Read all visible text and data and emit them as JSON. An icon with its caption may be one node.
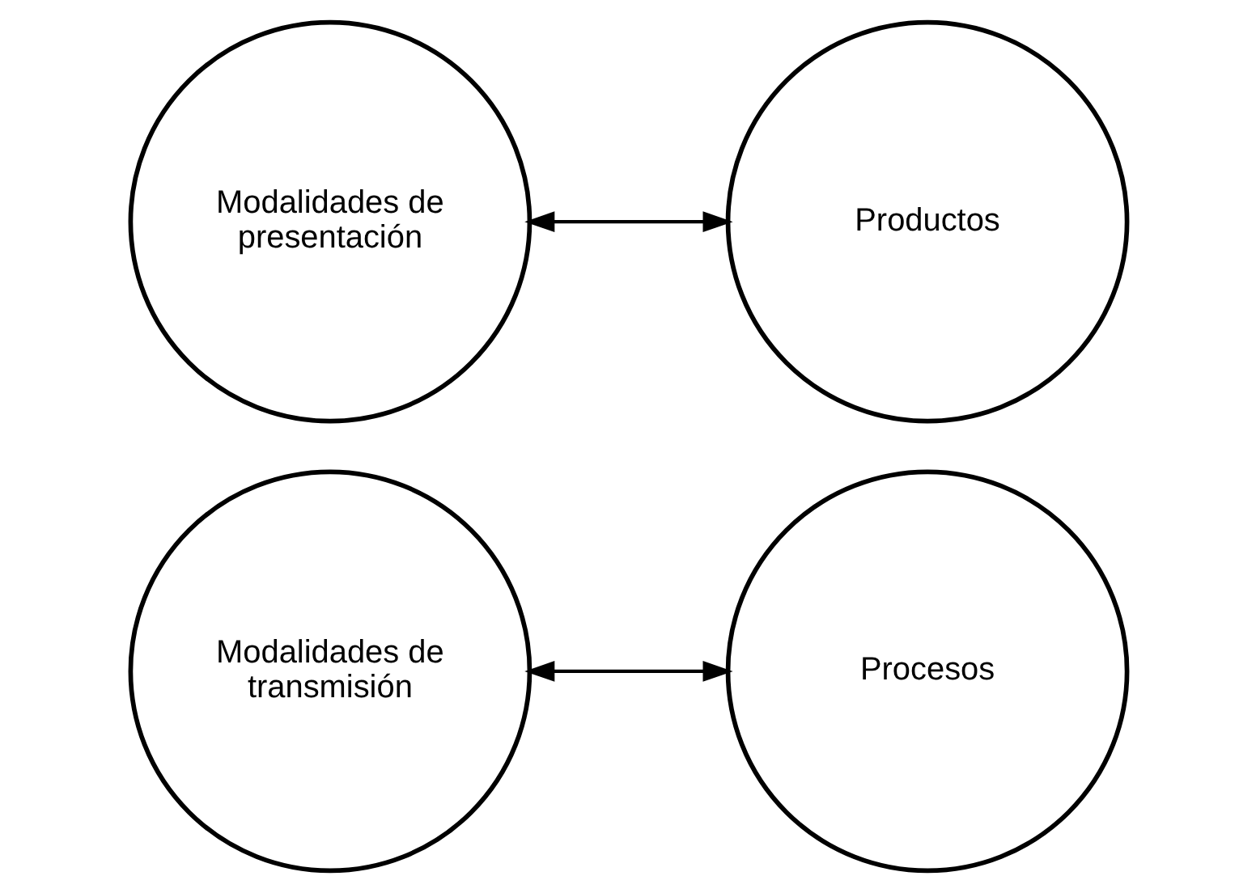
{
  "diagram": {
    "nodes": [
      {
        "text": [
          "Modalidades de transmisión"
        ]
      },
      {
        "text": [
          "Procesos"
        ]
      },
      {
        "text": [
          "Modalidades de presentación"
        ]
      },
      {
        "text": [
          "Productos"
        ]
      }
    ],
    "edges": [
      {
        "from": 0,
        "to": 1,
        "arrow": "both"
      },
      {
        "from": 2,
        "to": 3,
        "arrow": "both"
      }
    ]
  }
}
